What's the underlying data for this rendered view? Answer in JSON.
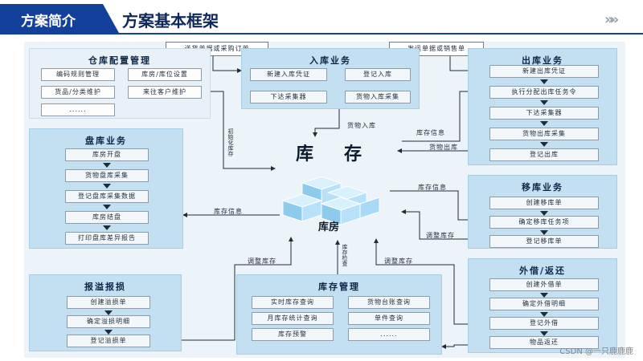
{
  "header": {
    "tag": "方案简介",
    "title": "方案基本框架",
    "arrows": "»»"
  },
  "notes": {
    "left": "送货单据或采购订单",
    "right": "发运单据或销售单"
  },
  "center": {
    "title": "库存",
    "subtitle": "库房"
  },
  "panels": {
    "config": {
      "title": "仓库配置管理",
      "items": [
        "编码规则管理",
        "库房/库位设置",
        "货品/分类维护",
        "来往客户维护",
        "......"
      ]
    },
    "inbound": {
      "title": "入库业务",
      "items": [
        "新建入库凭证",
        "登记入库",
        "下达采集器",
        "货物入库采集"
      ]
    },
    "outbound": {
      "title": "出库业务",
      "items": [
        "新建出库凭证",
        "执行分配出库任务令",
        "下达采集器",
        "货物出库采集",
        "登记出库"
      ]
    },
    "stocktake": {
      "title": "盘库业务",
      "items": [
        "库房开盘",
        "货物盘库采集",
        "登记盘库采集数据",
        "库房结盘",
        "打印盘库差异报告"
      ]
    },
    "transfer": {
      "title": "移库业务",
      "items": [
        "创建移库单",
        "确定移库任务项",
        "登记移库单"
      ]
    },
    "loss": {
      "title": "报溢报损",
      "items": [
        "创建溢损单",
        "确定溢损明细",
        "登记溢损单"
      ]
    },
    "inventory": {
      "title": "库存管理",
      "items": [
        "实时库存查询",
        "货物台账查询",
        "月库存统计查询",
        "单件查询",
        "库存预警",
        "......"
      ]
    },
    "lend": {
      "title": "外借/返还",
      "items": [
        "创建外借单",
        "确定外借明细",
        "登记外借",
        "物品返还"
      ]
    }
  },
  "labels": {
    "goods_in": "货物入库",
    "stock_info_top": "库存信息",
    "goods_out": "货物出库",
    "stock_info_right": "库存信息",
    "adjust_right": "调整库存",
    "stock_info_left": "库存信息",
    "adjust_left": "调整库存",
    "adjust_bottom": "调整库存",
    "init_stock": "初始化库存",
    "stock_check": "库存检查"
  },
  "watermark": "CSDN @一只鹿鹿鹿",
  "colors": {
    "header": "#12409a",
    "panel": "#c3e0f3",
    "canvas": "#ecf3f9",
    "cube": "#a9daf5"
  }
}
